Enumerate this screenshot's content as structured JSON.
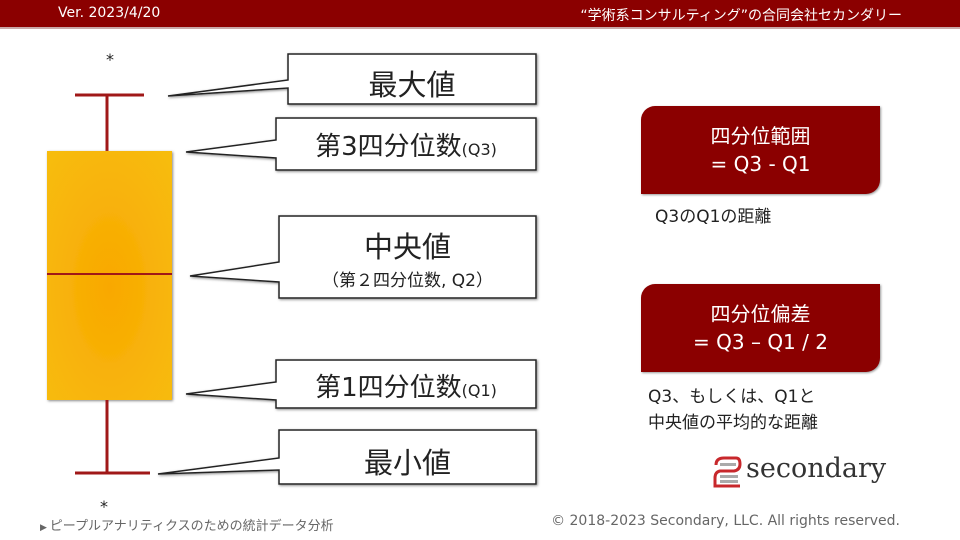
{
  "header": {
    "version": "Ver. 2023/4/20",
    "company": "“学術系コンサルティング”の合同会社セカンダリー"
  },
  "diagram": {
    "outlier_mark": "*",
    "labels": {
      "max": "最大値",
      "q3": "第3四分位数",
      "q3_suffix": "(Q3)",
      "median": "中央値",
      "median_sub": "（第２四分位数, Q2）",
      "q1": "第1四分位数",
      "q1_suffix": "(Q1)",
      "min": "最小値"
    }
  },
  "right": {
    "iqr": {
      "title": "四分位範囲",
      "formula": "= Q3 - Q1",
      "desc": "Q3のQ1の距離"
    },
    "qd": {
      "title": "四分位偏差",
      "formula": "= Q3 – Q1 / 2",
      "desc_line1": "Q3、もしくは、Q1と",
      "desc_line2": "中央値の平均的な距離"
    }
  },
  "logo": {
    "text": "secondary"
  },
  "footer": {
    "left": "ピープルアナリティクスのための統計データ分析",
    "right": "© 2018-2023 Secondary, LLC. All rights reserved."
  },
  "colors": {
    "brand": "#8b0000",
    "box": "#f7b500"
  }
}
